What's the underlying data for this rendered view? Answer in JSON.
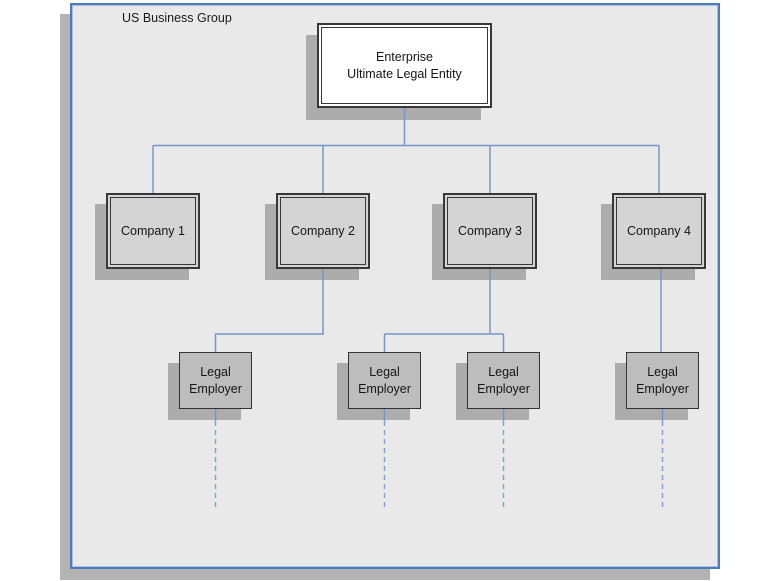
{
  "frame": {
    "title": "US Business Group"
  },
  "enterprise": {
    "line1": "Enterprise",
    "line2": "Ultimate Legal Entity"
  },
  "companies": [
    {
      "label": "Company 1"
    },
    {
      "label": "Company 2"
    },
    {
      "label": "Company 3"
    },
    {
      "label": "Company 4"
    }
  ],
  "legal_employers": [
    {
      "label": "Legal Employer"
    },
    {
      "label": "Legal Employer"
    },
    {
      "label": "Legal Employer"
    },
    {
      "label": "Legal Employer"
    }
  ],
  "colors": {
    "frame_border": "#4d7abd",
    "frame_background": "#e9e9e9",
    "connector": "#7795cc",
    "connector_dashed": "#85a0d4",
    "shadow": "#acacac",
    "enterprise_fill": "#ffffff",
    "company_fill": "#d4d4d4",
    "legal_employer_fill": "#bdbdbd",
    "box_border": "#383838"
  }
}
